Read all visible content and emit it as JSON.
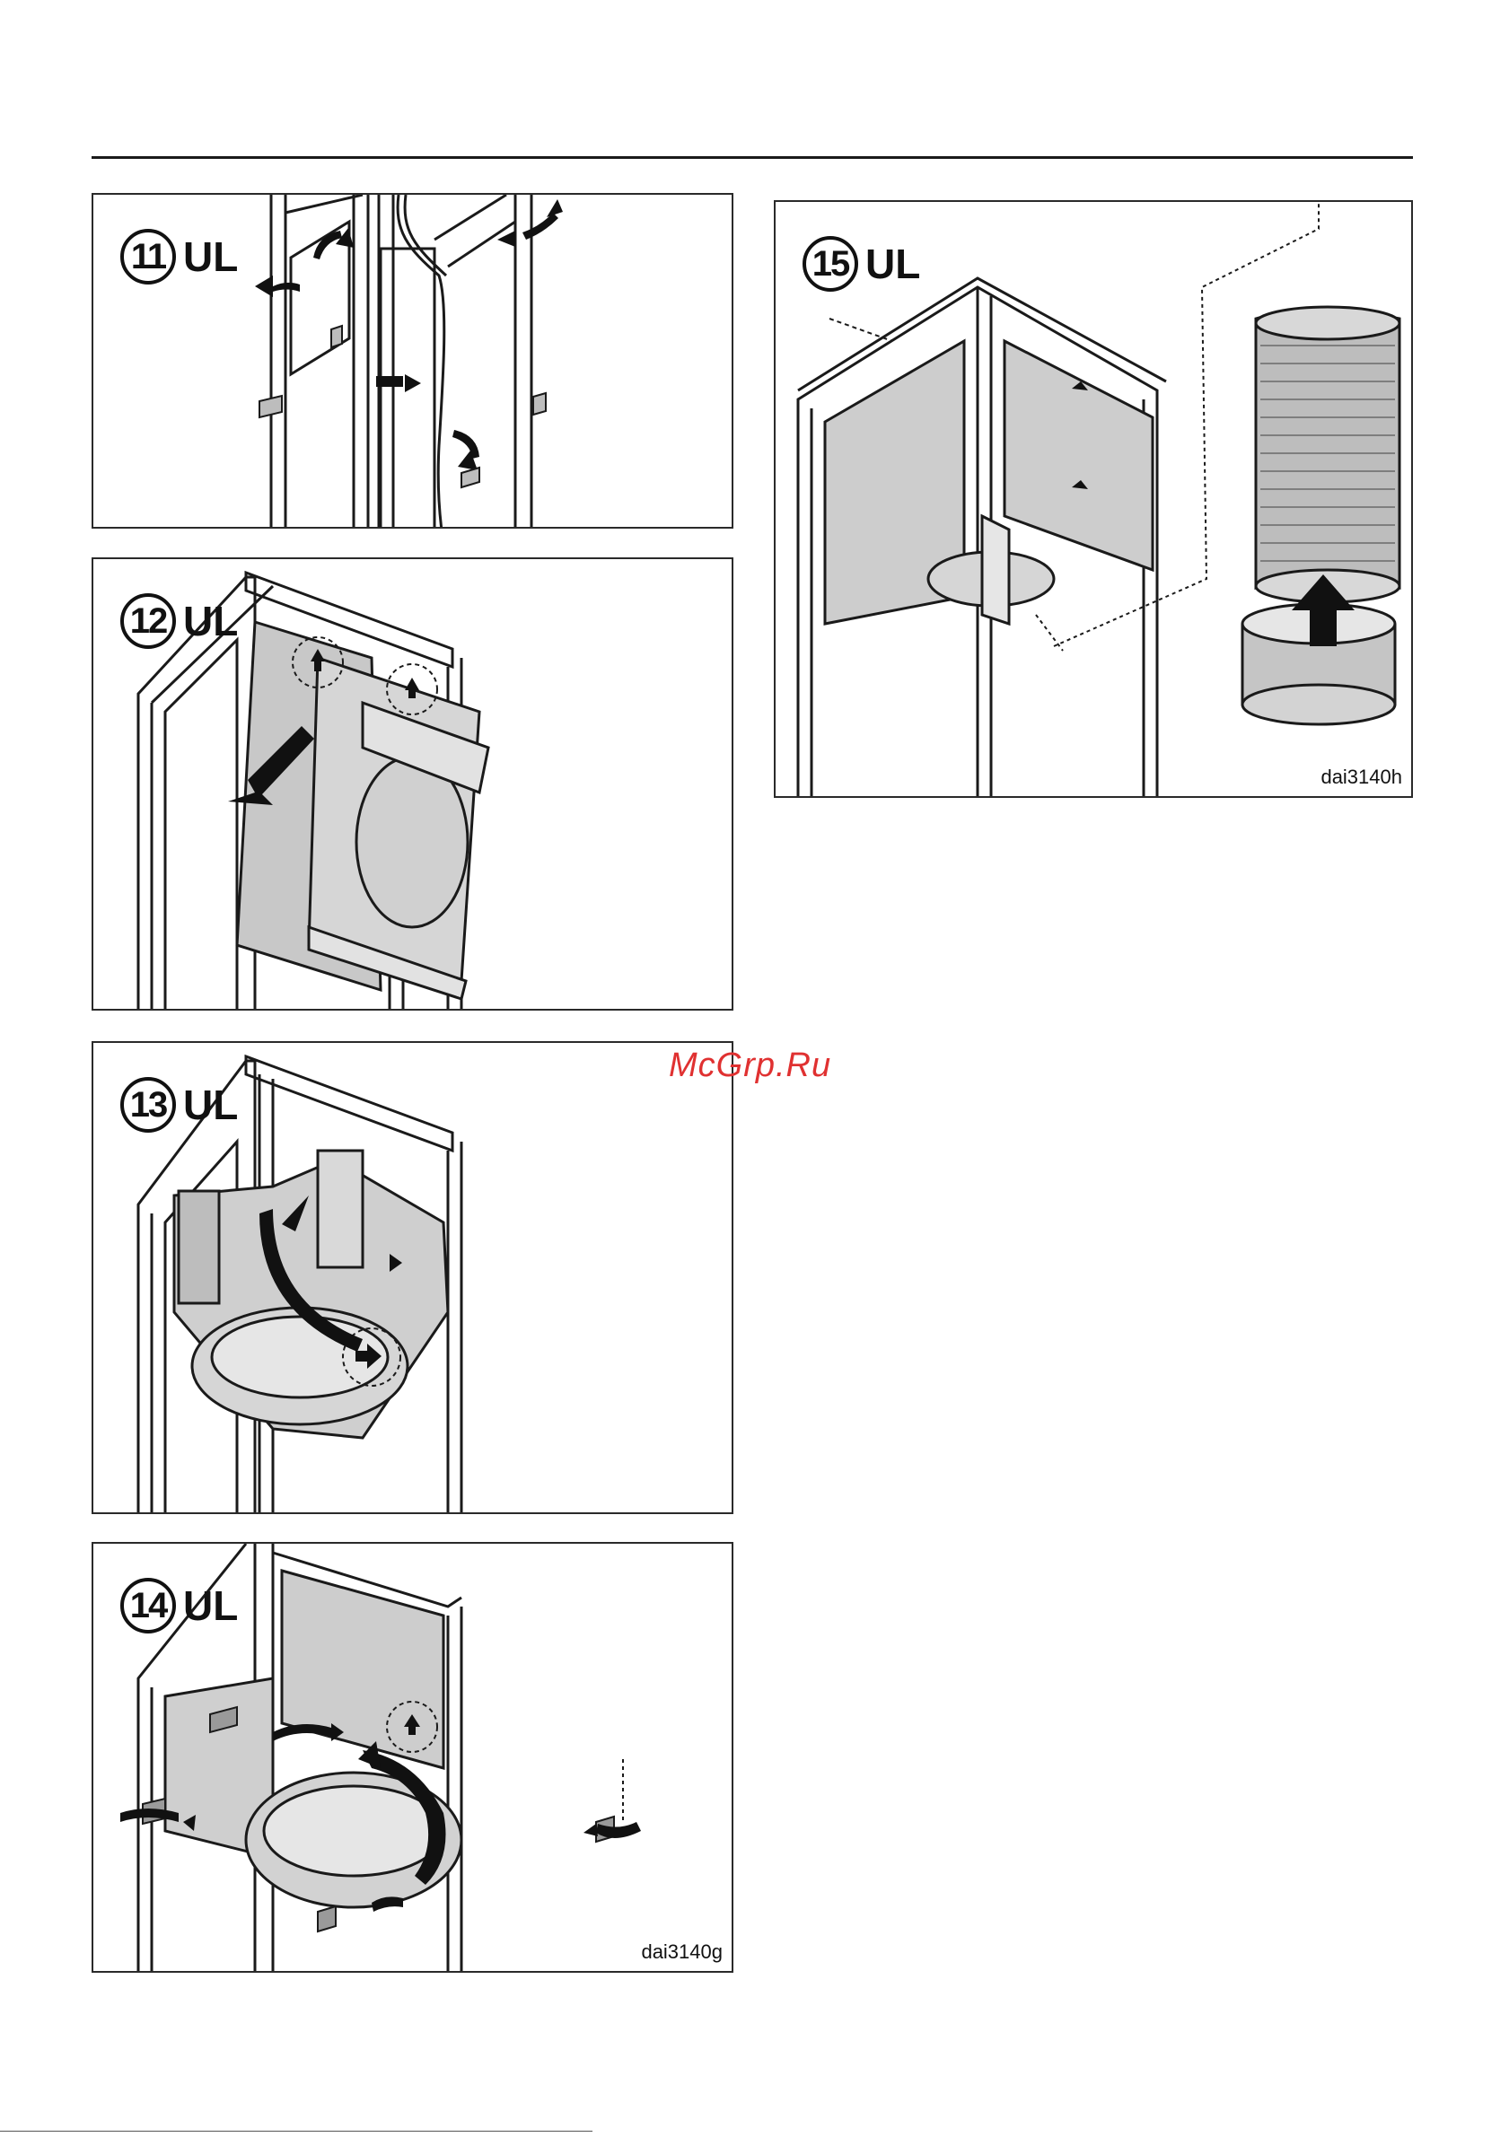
{
  "steps": [
    {
      "number": "11",
      "label": "UL",
      "code": ""
    },
    {
      "number": "12",
      "label": "UL",
      "code": ""
    },
    {
      "number": "13",
      "label": "UL",
      "code": ""
    },
    {
      "number": "14",
      "label": "UL",
      "code": "dai3140g"
    },
    {
      "number": "15",
      "label": "UL",
      "code": "dai3140h"
    }
  ],
  "watermark": "McGrp.Ru",
  "colors": {
    "line": "#1a1a1a",
    "part_fill": "#c8c8c8",
    "part_dark": "#9a9a9a",
    "watermark": "#e03131"
  }
}
